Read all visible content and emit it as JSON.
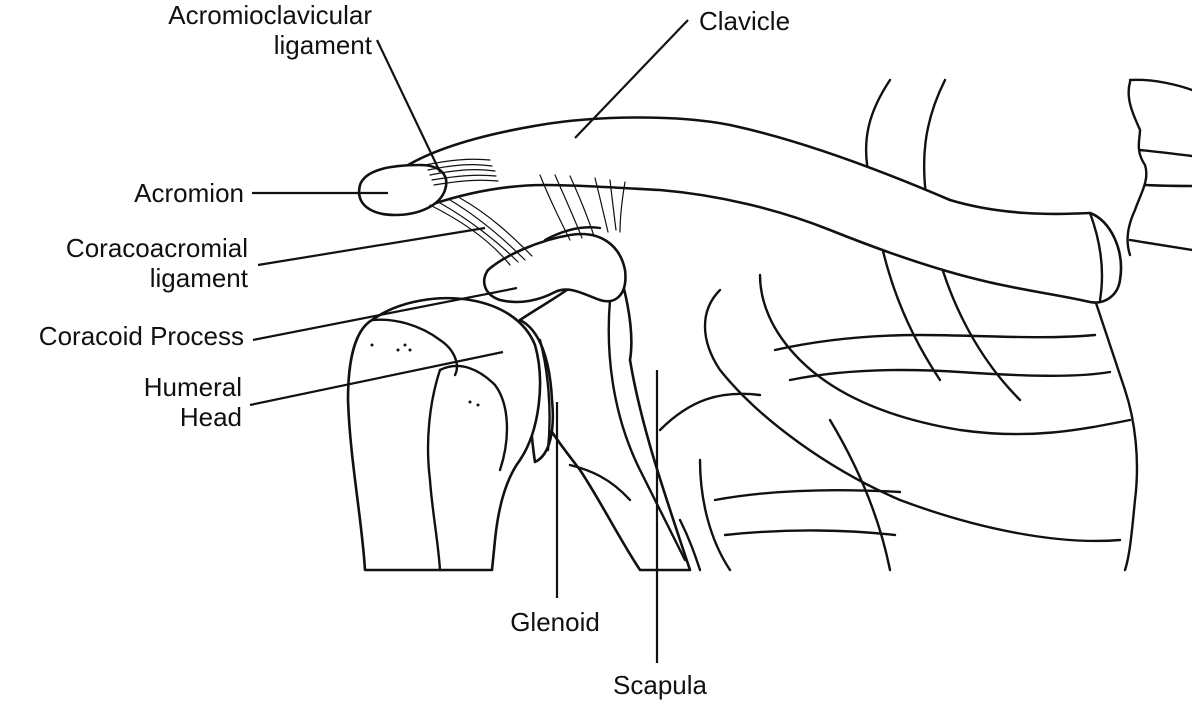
{
  "labels": {
    "acromioclavicular": {
      "line1": "Acromioclavicular",
      "line2": "ligament"
    },
    "clavicle": "Clavicle",
    "acromion": "Acromion",
    "coracoacromial": {
      "line1": "Coracoacromial",
      "line2": "ligament"
    },
    "coracoid": "Coracoid Process",
    "humeral": {
      "line1": "Humeral",
      "line2": "Head"
    },
    "glenoid": "Glenoid",
    "scapula": "Scapula"
  }
}
